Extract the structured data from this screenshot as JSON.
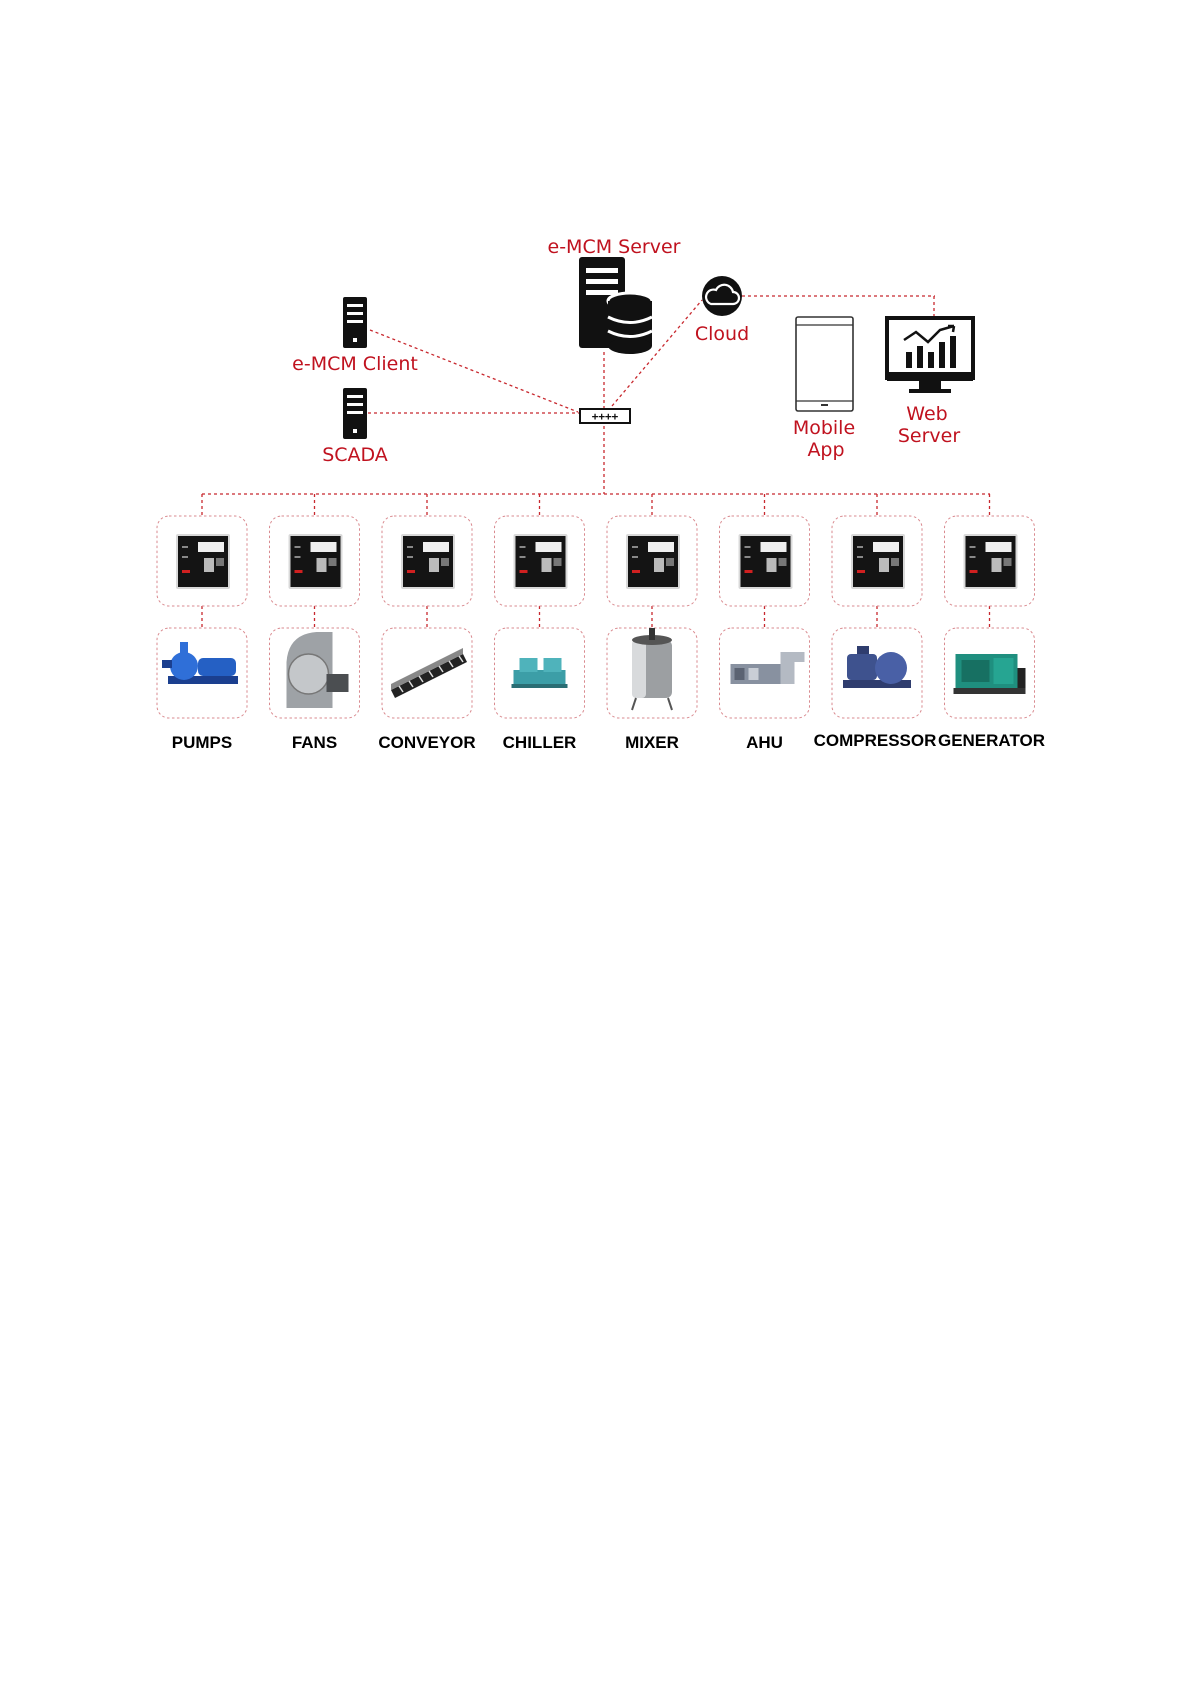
{
  "colors": {
    "accent_red": "#c0121f",
    "line_red": "#c8282e",
    "box_border": "#d98a8f",
    "icon_black": "#111111"
  },
  "nodes": {
    "server": {
      "label": "e-MCM Server",
      "icon": "server-database-icon"
    },
    "client": {
      "label": "e-MCM Client",
      "icon": "tower-server-icon"
    },
    "scada": {
      "label": "SCADA",
      "icon": "tower-server-icon"
    },
    "cloud": {
      "label": "Cloud",
      "icon": "cloud-icon"
    },
    "mobile": {
      "label_line1": "Mobile",
      "label_line2": "App",
      "icon": "mobile-phone-icon"
    },
    "web": {
      "label_line1": "Web",
      "label_line2": "Server",
      "icon": "monitor-chart-icon"
    },
    "switch": {
      "icon": "network-switch-icon"
    }
  },
  "equipment": [
    {
      "label": "PUMPS",
      "icon": "pump-icon"
    },
    {
      "label": "FANS",
      "icon": "fan-icon"
    },
    {
      "label": "CONVEYOR",
      "icon": "conveyor-icon"
    },
    {
      "label": "CHILLER",
      "icon": "chiller-icon"
    },
    {
      "label": "MIXER",
      "icon": "mixer-icon"
    },
    {
      "label": "AHU",
      "icon": "ahu-icon"
    },
    {
      "label": "COMPRESSOR",
      "icon": "compressor-icon"
    },
    {
      "label": "GENERATOR",
      "icon": "generator-icon"
    }
  ],
  "controller": {
    "icon": "controller-device-icon"
  }
}
